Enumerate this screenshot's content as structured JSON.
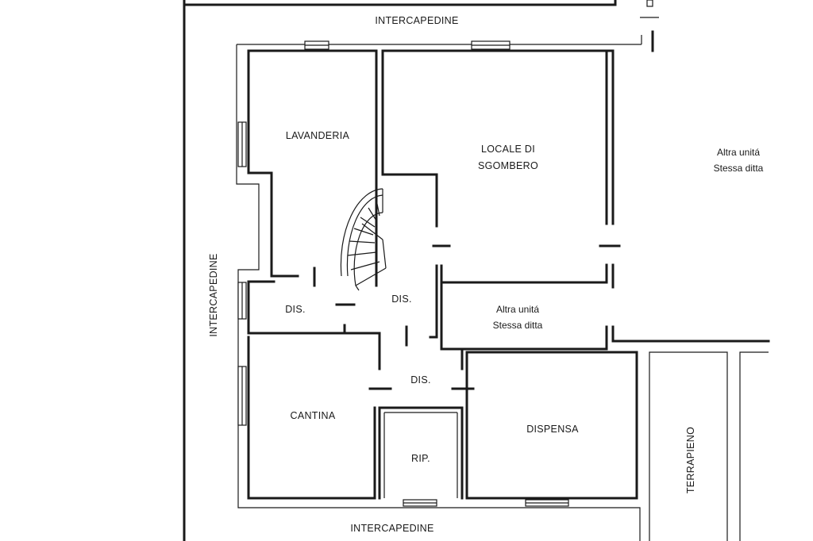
{
  "plan": {
    "labels": {
      "intercapedine_top": "INTERCAPEDINE",
      "intercapedine_left": "INTERCAPEDINE",
      "intercapedine_bottom": "INTERCAPEDINE",
      "lavanderia": "LAVANDERIA",
      "locale_line1": "LOCALE DI",
      "locale_line2": "SGOMBERO",
      "altra_right_line1": "Altra unitá",
      "altra_right_line2": "Stessa ditta",
      "altra_center_line1": "Altra unitá",
      "altra_center_line2": "Stessa ditta",
      "dis_left": "DIS.",
      "dis_center": "DIS.",
      "dis_lower": "DIS.",
      "cantina": "CANTINA",
      "rip": "RIP.",
      "dispensa": "DISPENSA",
      "terrapieno": "TERRAPIENO"
    }
  }
}
